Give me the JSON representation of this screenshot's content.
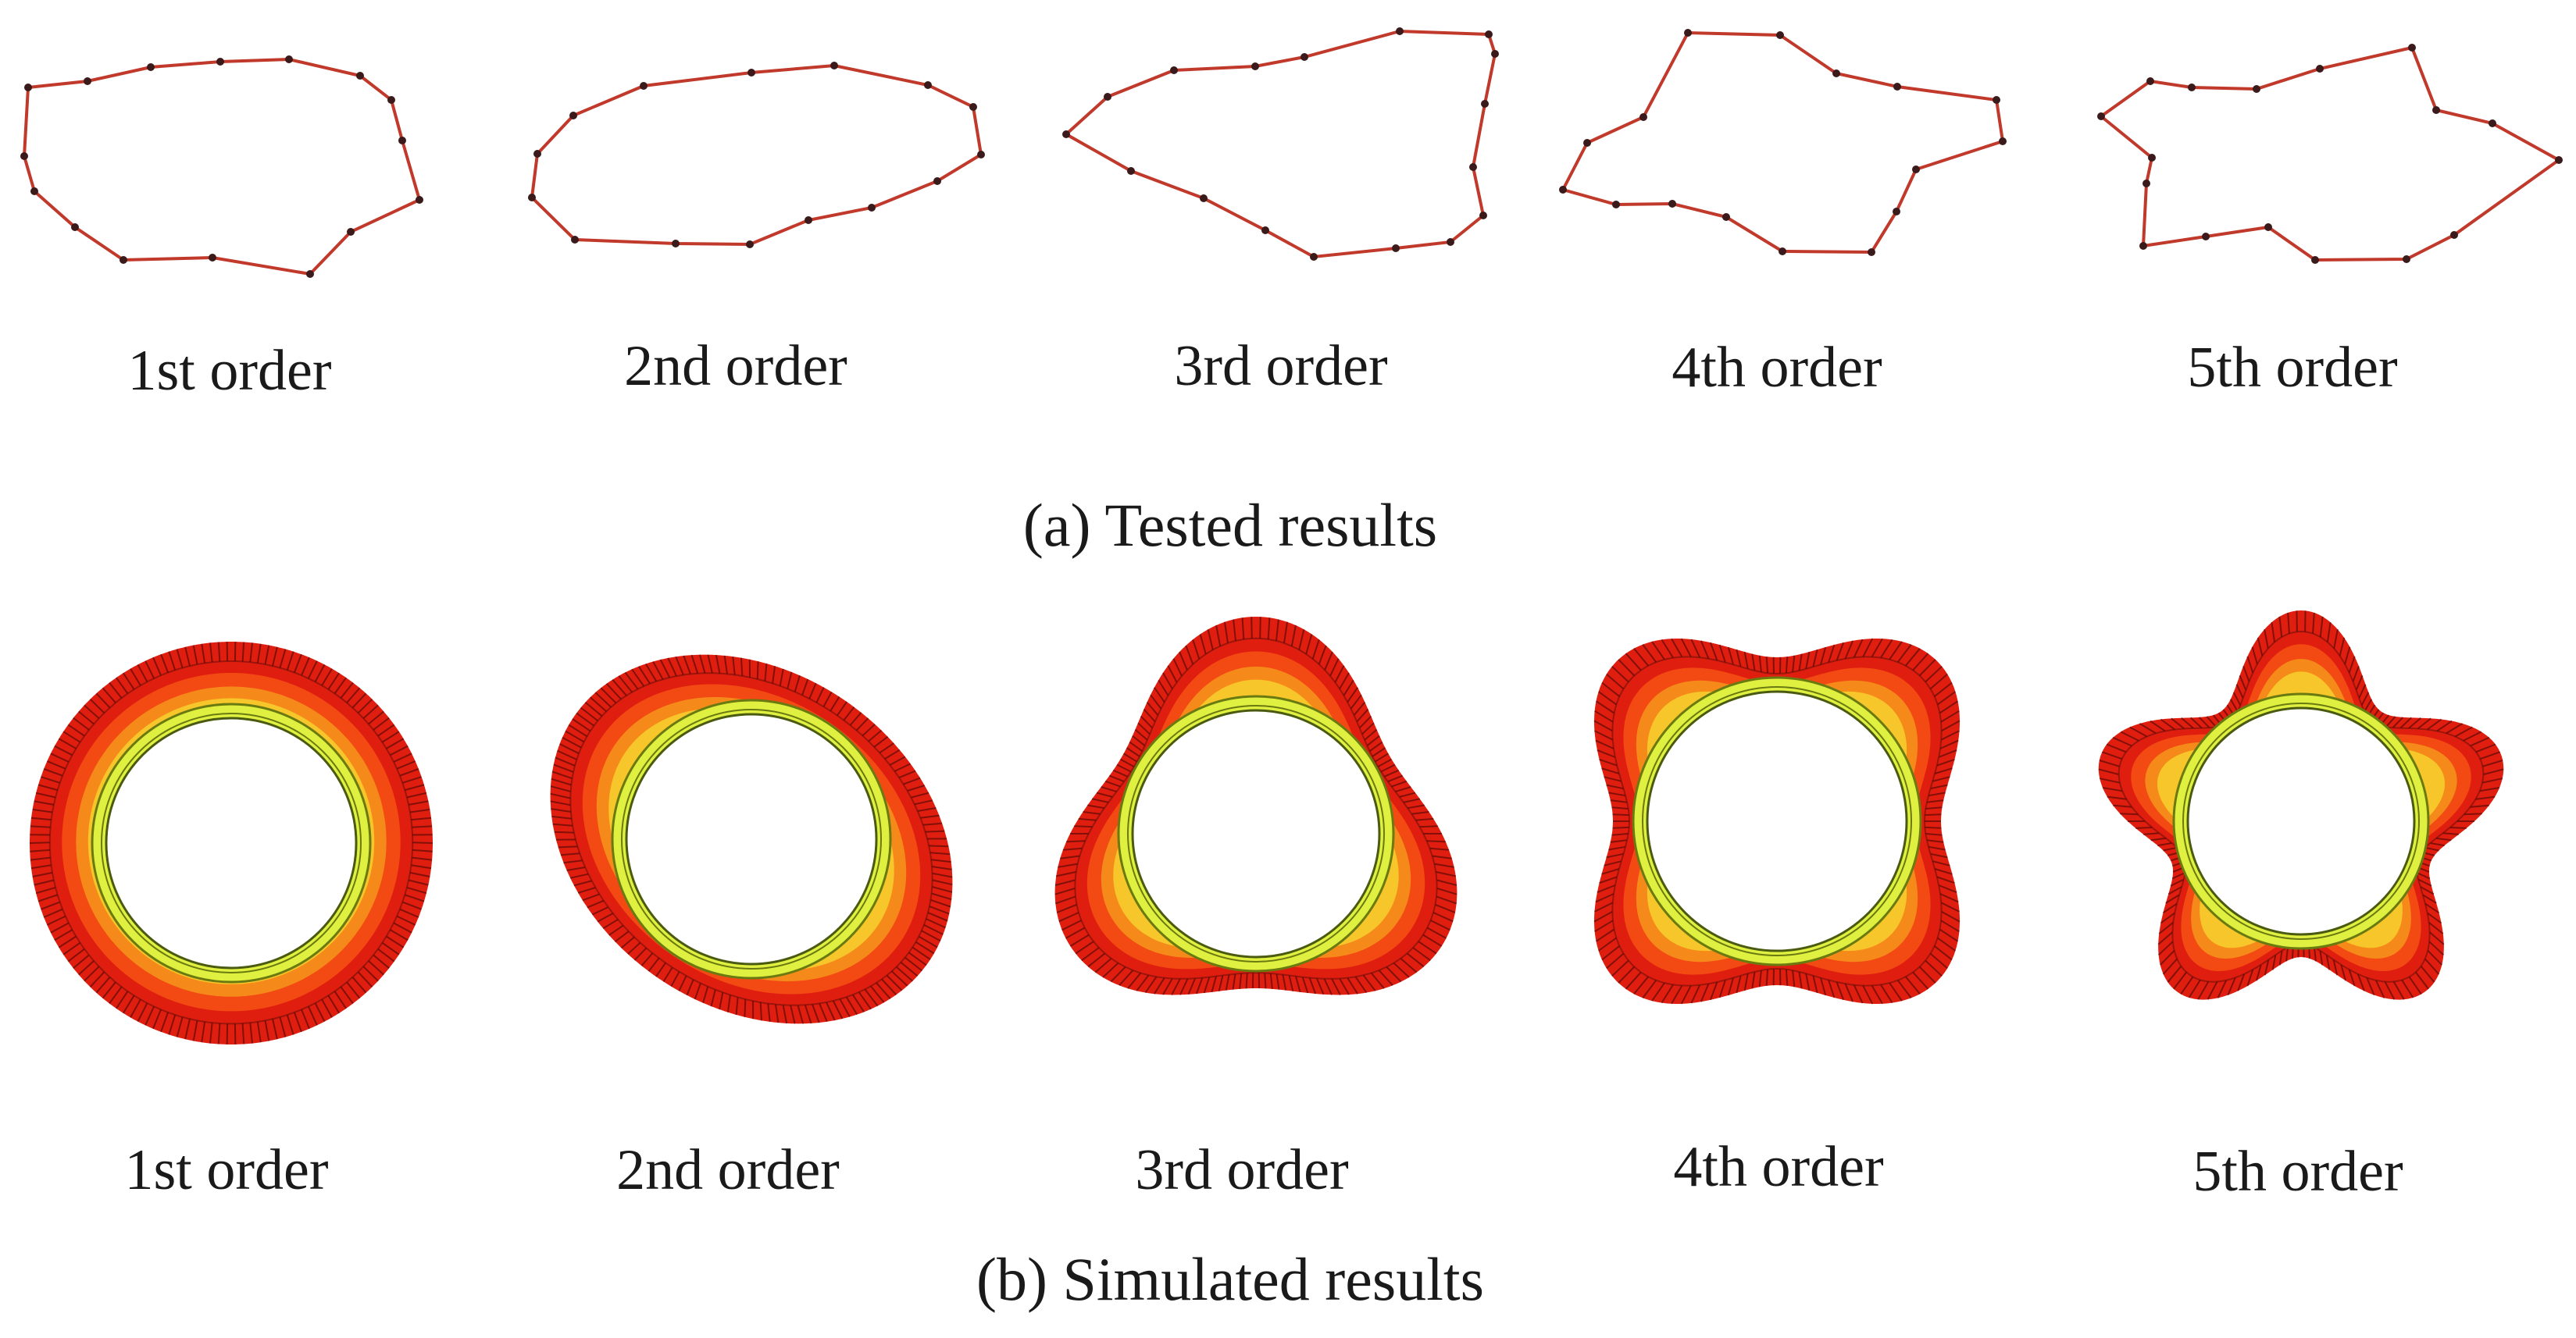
{
  "panel_a": {
    "caption": "(a) Tested results",
    "labels": [
      "1st order",
      "2nd order",
      "3rd order",
      "4th order",
      "5th order"
    ],
    "line_color": "#c0392b",
    "point_color": "#3a1a1a"
  },
  "panel_b": {
    "caption": "(b) Simulated results",
    "labels": [
      "1st order",
      "2nd order",
      "3rd order",
      "4th order",
      "5th order"
    ],
    "colors": {
      "outer": "#e01e10",
      "band2": "#f24a12",
      "band3": "#f58a1a",
      "band4": "#f7c62a",
      "inner": "#dff040",
      "inner_edge": "#6a7a10",
      "hatch": "#5a0a05"
    }
  }
}
